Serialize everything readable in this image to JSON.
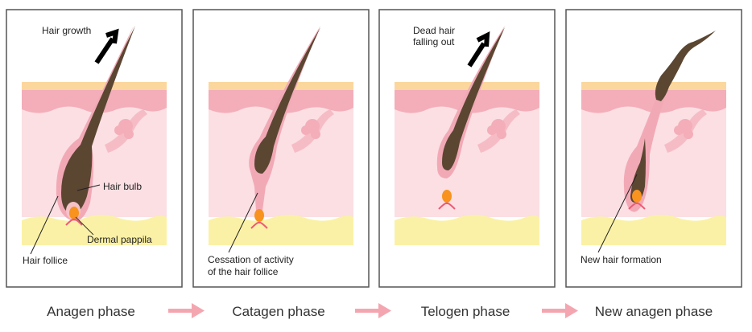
{
  "panels": [
    {
      "phase": "Anagen phase",
      "labels": {
        "growth": "Hair growth",
        "bulb": "Hair bulb",
        "papilla": "Dermal pappila",
        "follicle": "Hair follice"
      }
    },
    {
      "phase": "Catagen phase",
      "labels": {
        "line1": "Cessation of activity",
        "line2": "of the hair follice"
      }
    },
    {
      "phase": "Telogen phase",
      "labels": {
        "line1": "Dead hair",
        "line2": "falling out"
      }
    },
    {
      "phase": "New anagen phase",
      "labels": {
        "formation": "New hair formation"
      }
    }
  ],
  "colors": {
    "hair": "#5b4632",
    "follicle": "#f2a9b6",
    "dermis": "#fbdfe3",
    "epidermis": "#f3aeb9",
    "top": "#fbd79d",
    "fat": "#fbf1a6",
    "papilla": "#f7931e",
    "arrow": "#f4a6b0"
  }
}
